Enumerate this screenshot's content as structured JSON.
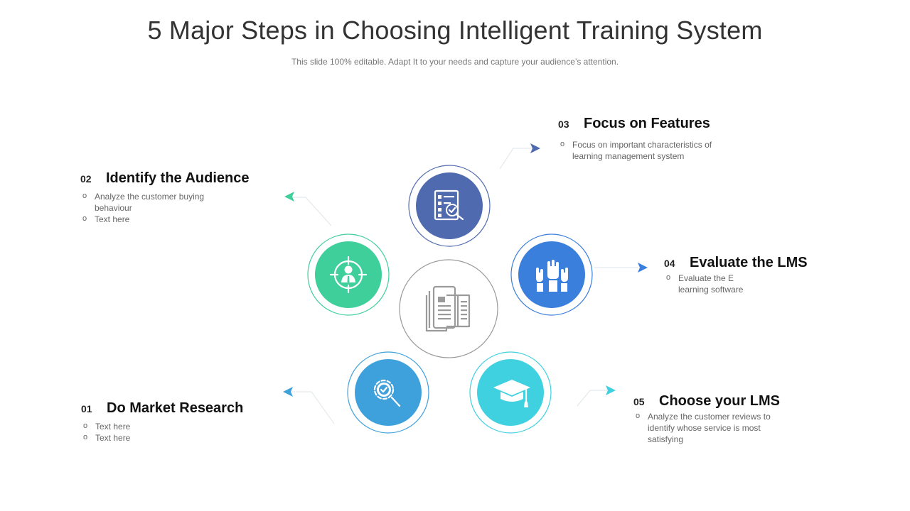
{
  "header": {
    "title": "5 Major Steps in Choosing Intelligent Training System",
    "subtitle": "This slide 100% editable. Adapt  It to your needs and capture your audience’s attention."
  },
  "steps": [
    {
      "number": "01",
      "title": "Do Market Research",
      "bullets": [
        "Text here",
        "Text here"
      ],
      "color": "#3fa1dc",
      "icon": "gear-search-icon"
    },
    {
      "number": "02",
      "title": "Identify  the Audience",
      "bullets": [
        "Analyze the customer buying behaviour",
        "Text here"
      ],
      "color": "#3fcf9b",
      "icon": "target-person-icon"
    },
    {
      "number": "03",
      "title": "Focus on Features",
      "bullets": [
        "Focus on important characteristics of learning management system"
      ],
      "color": "#4f6aae",
      "icon": "checklist-magnifier-icon"
    },
    {
      "number": "04",
      "title": "Evaluate the LMS",
      "bullets": [
        "Evaluate the E learning software"
      ],
      "color": "#3b7fdc",
      "icon": "raised-hands-icon"
    },
    {
      "number": "05",
      "title": "Choose your LMS",
      "bullets": [
        "Analyze the customer reviews  to identify whose service is most satisfying"
      ],
      "color": "#3fd1e0",
      "icon": "graduation-cap-icon"
    }
  ],
  "center": {
    "icon": "e-learning-book-icon",
    "color": "#9a9a9a"
  }
}
